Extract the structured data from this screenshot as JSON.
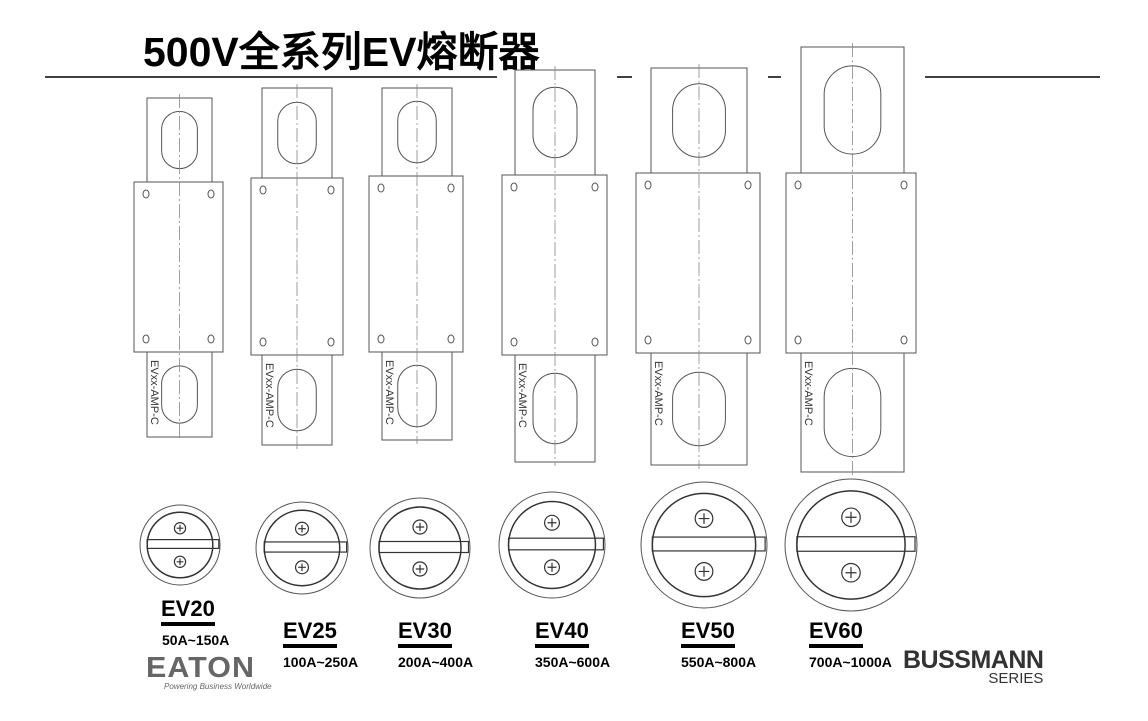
{
  "title": "500V全系列EV熔断器",
  "part_marking": "EVxx-AMP-C",
  "fuses": [
    {
      "model": "EV20",
      "range": "50A~150A"
    },
    {
      "model": "EV25",
      "range": "100A~250A"
    },
    {
      "model": "EV30",
      "range": "200A~400A"
    },
    {
      "model": "EV40",
      "range": "350A~600A"
    },
    {
      "model": "EV50",
      "range": "550A~800A"
    },
    {
      "model": "EV60",
      "range": "700A~1000A"
    }
  ],
  "logos": {
    "eaton": {
      "name": "EATON",
      "tagline": "Powering Business Worldwide"
    },
    "bussmann": {
      "name": "BUSSMANN",
      "series": "SERIES"
    }
  },
  "colors": {
    "line": "#555555",
    "text": "#000000"
  }
}
